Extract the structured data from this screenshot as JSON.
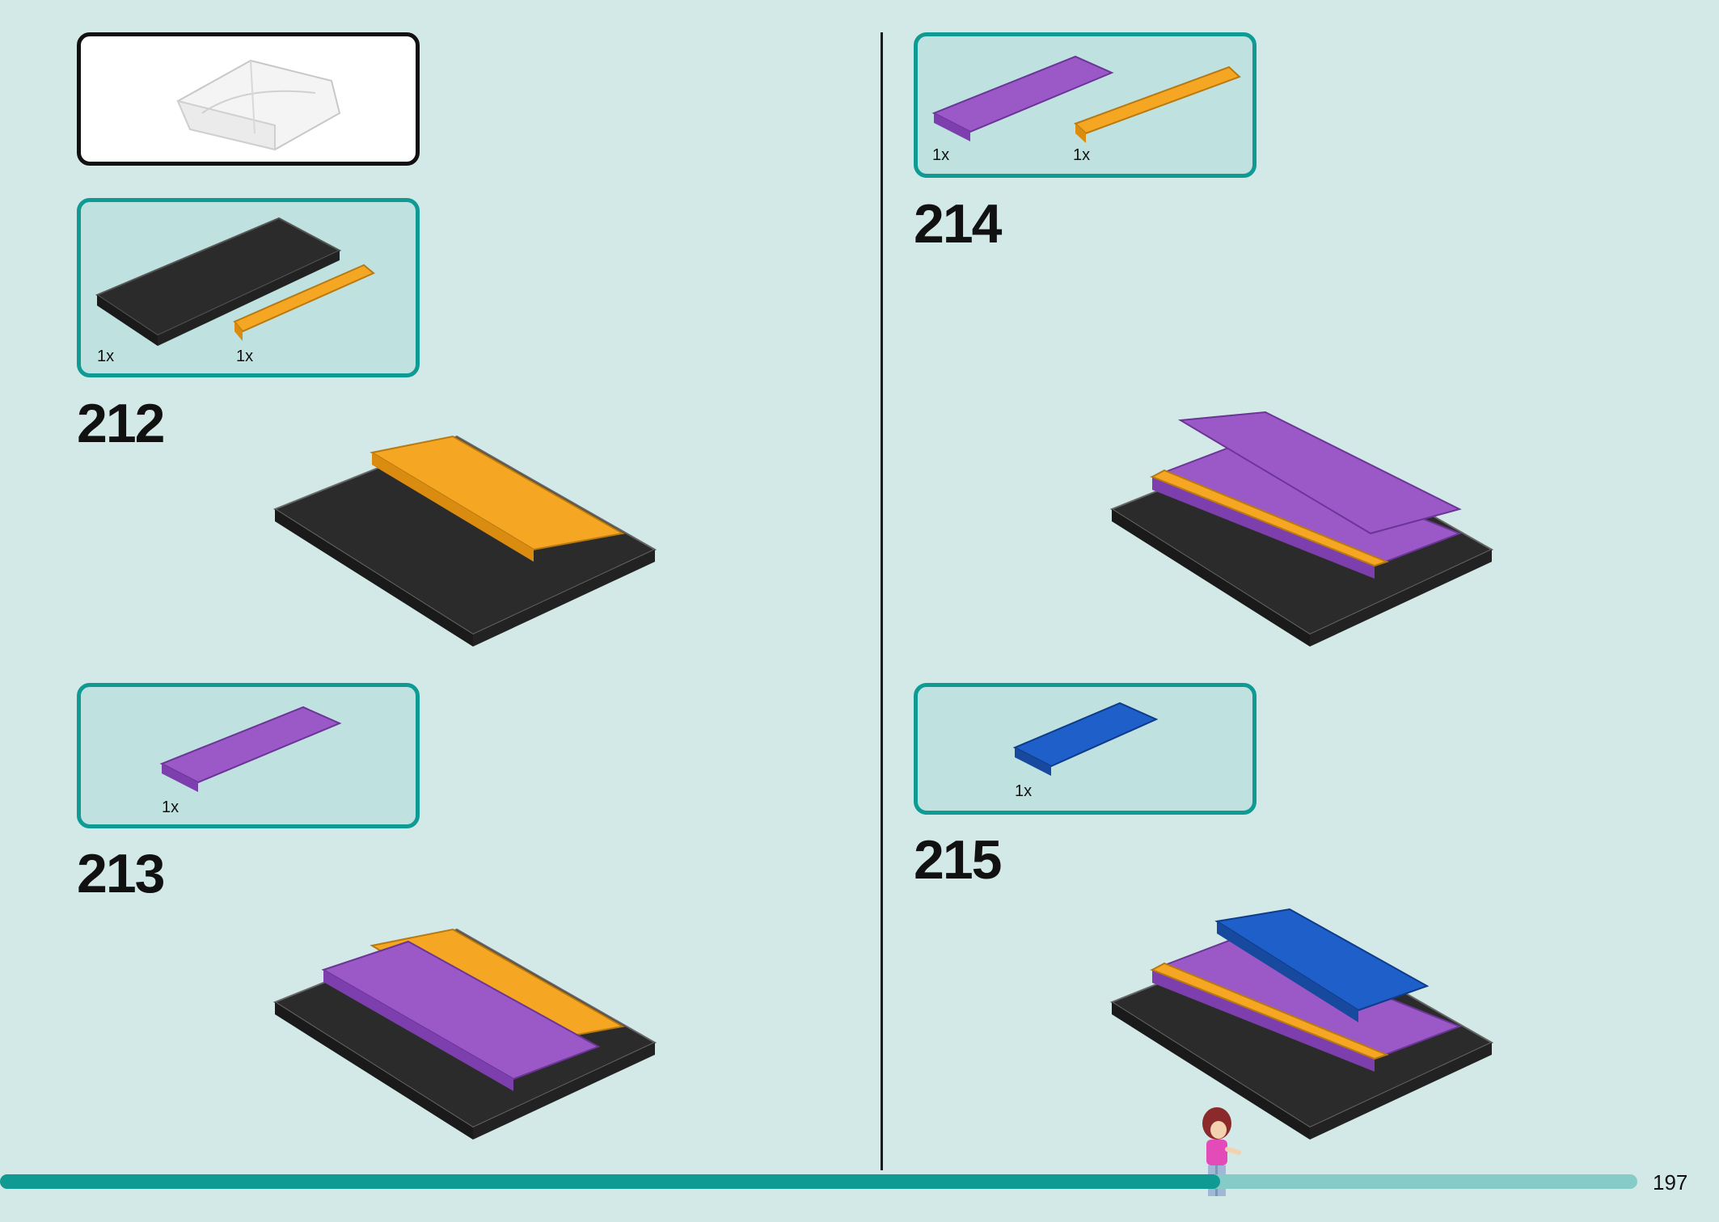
{
  "steps": [
    {
      "number": "212",
      "parts": [
        {
          "qty": "1x",
          "color": "#2b2b2b"
        },
        {
          "qty": "1x",
          "color": "#f5a623"
        }
      ]
    },
    {
      "number": "213",
      "parts": [
        {
          "qty": "1x",
          "color": "#9b59c8"
        }
      ]
    },
    {
      "number": "214",
      "parts": [
        {
          "qty": "1x",
          "color": "#9b59c8"
        },
        {
          "qty": "1x",
          "color": "#f5a623"
        }
      ]
    },
    {
      "number": "215",
      "parts": [
        {
          "qty": "1x",
          "color": "#1f5fc9"
        }
      ]
    }
  ],
  "page": {
    "number": "197",
    "progress": 0.745
  },
  "colors": {
    "accent": "#0f9a93",
    "background": "#d3e9e7",
    "black": "#2b2b2b",
    "orange": "#f5a623",
    "purple": "#9b59c8",
    "blue": "#1f5fc9"
  }
}
